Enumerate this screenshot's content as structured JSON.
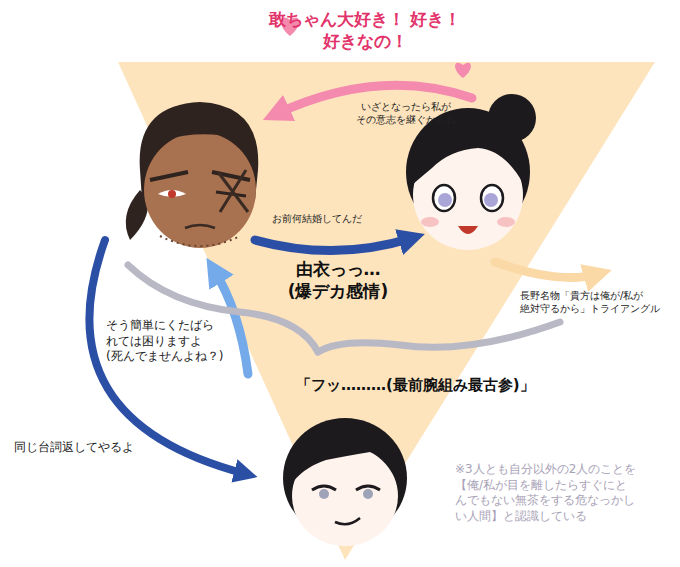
{
  "diagram": {
    "labels": [
      "敢ちゃん大好き！ 好き！好きなの！",
      "いざとなったら私が その意志を継ぐからね",
      "お前何結婚してんだ",
      "由衣っっ… (爆デカ感情)",
      "長野名物「貴方は俺が/私が 絶対守るから」トライアングル",
      "そう簡単にくたばら れては困りますよ (死んでませんよね？)",
      "「フッ………(最前腕組み最古参)」",
      "同じ台詞返してやるよ",
      "※3人とも自分以外の2人のことを 【俺/私が目を離したらすぐにと んでもない無茶をする危なっかし い人間】と認識している"
    ]
  }
}
